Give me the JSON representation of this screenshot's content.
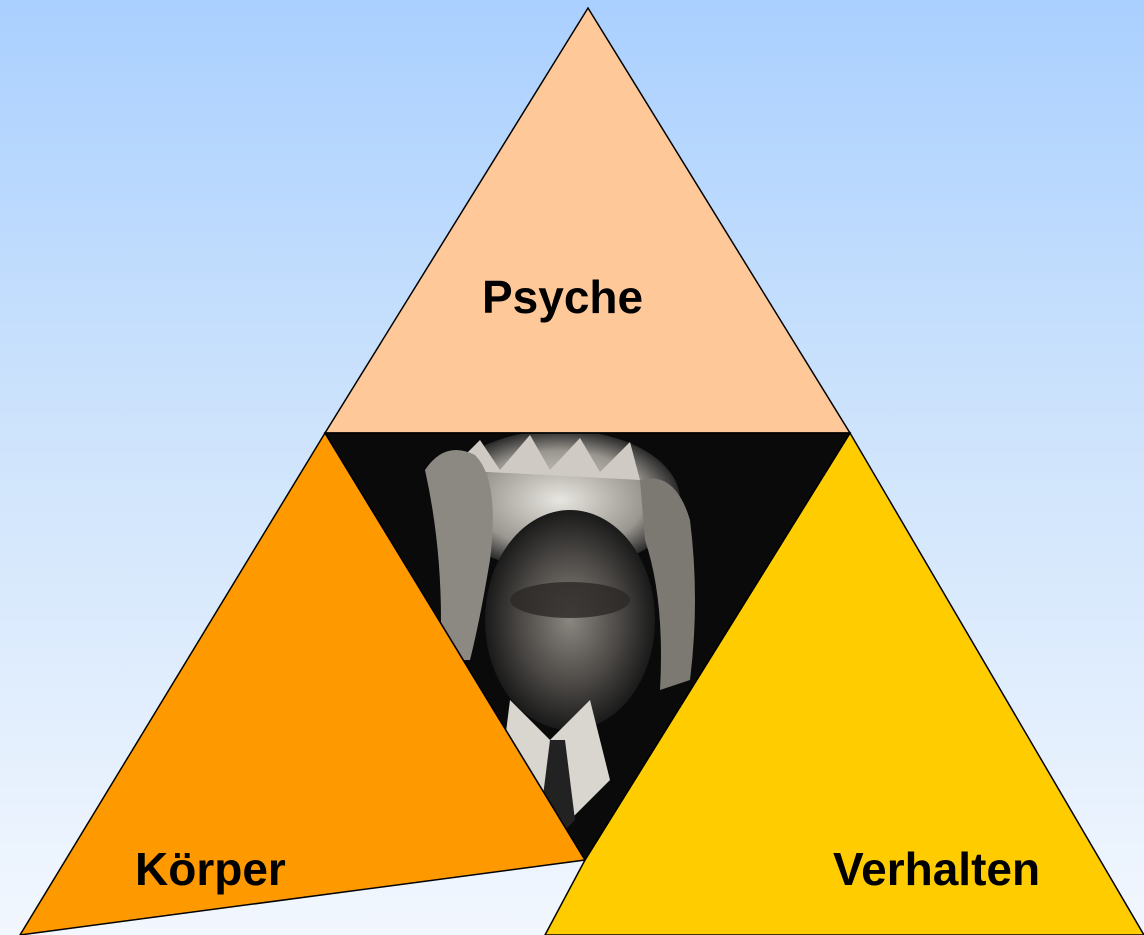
{
  "diagram": {
    "labels": {
      "top": "Psyche",
      "left": "Körper",
      "right": "Verhalten"
    },
    "colors": {
      "top_triangle": "#FFC899",
      "left_triangle": "#FF9900",
      "right_triangle": "#FFCC00",
      "outline": "#000000",
      "photo_background": "#0A0A0A"
    },
    "photo_icon": "stressed-man-holding-head-photo"
  }
}
